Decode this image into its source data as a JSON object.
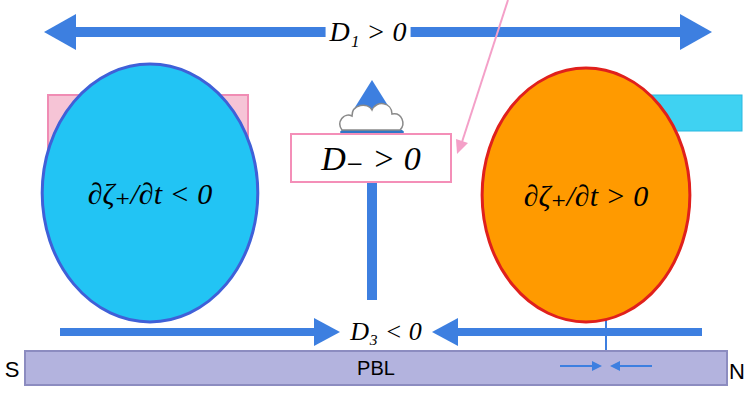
{
  "diagram": {
    "nodes": [
      {
        "text": [
          "∂ζ₊/∂t < 0"
        ]
      },
      {
        "text": [
          "D₋ > 0"
        ]
      },
      {
        "text": [
          "∂ζ₊/∂t > 0"
        ]
      },
      {
        "text": [
          "PBL"
        ]
      }
    ],
    "labels": [
      "D₁ > 0",
      "D₃ < 0",
      "S",
      "N"
    ]
  }
}
